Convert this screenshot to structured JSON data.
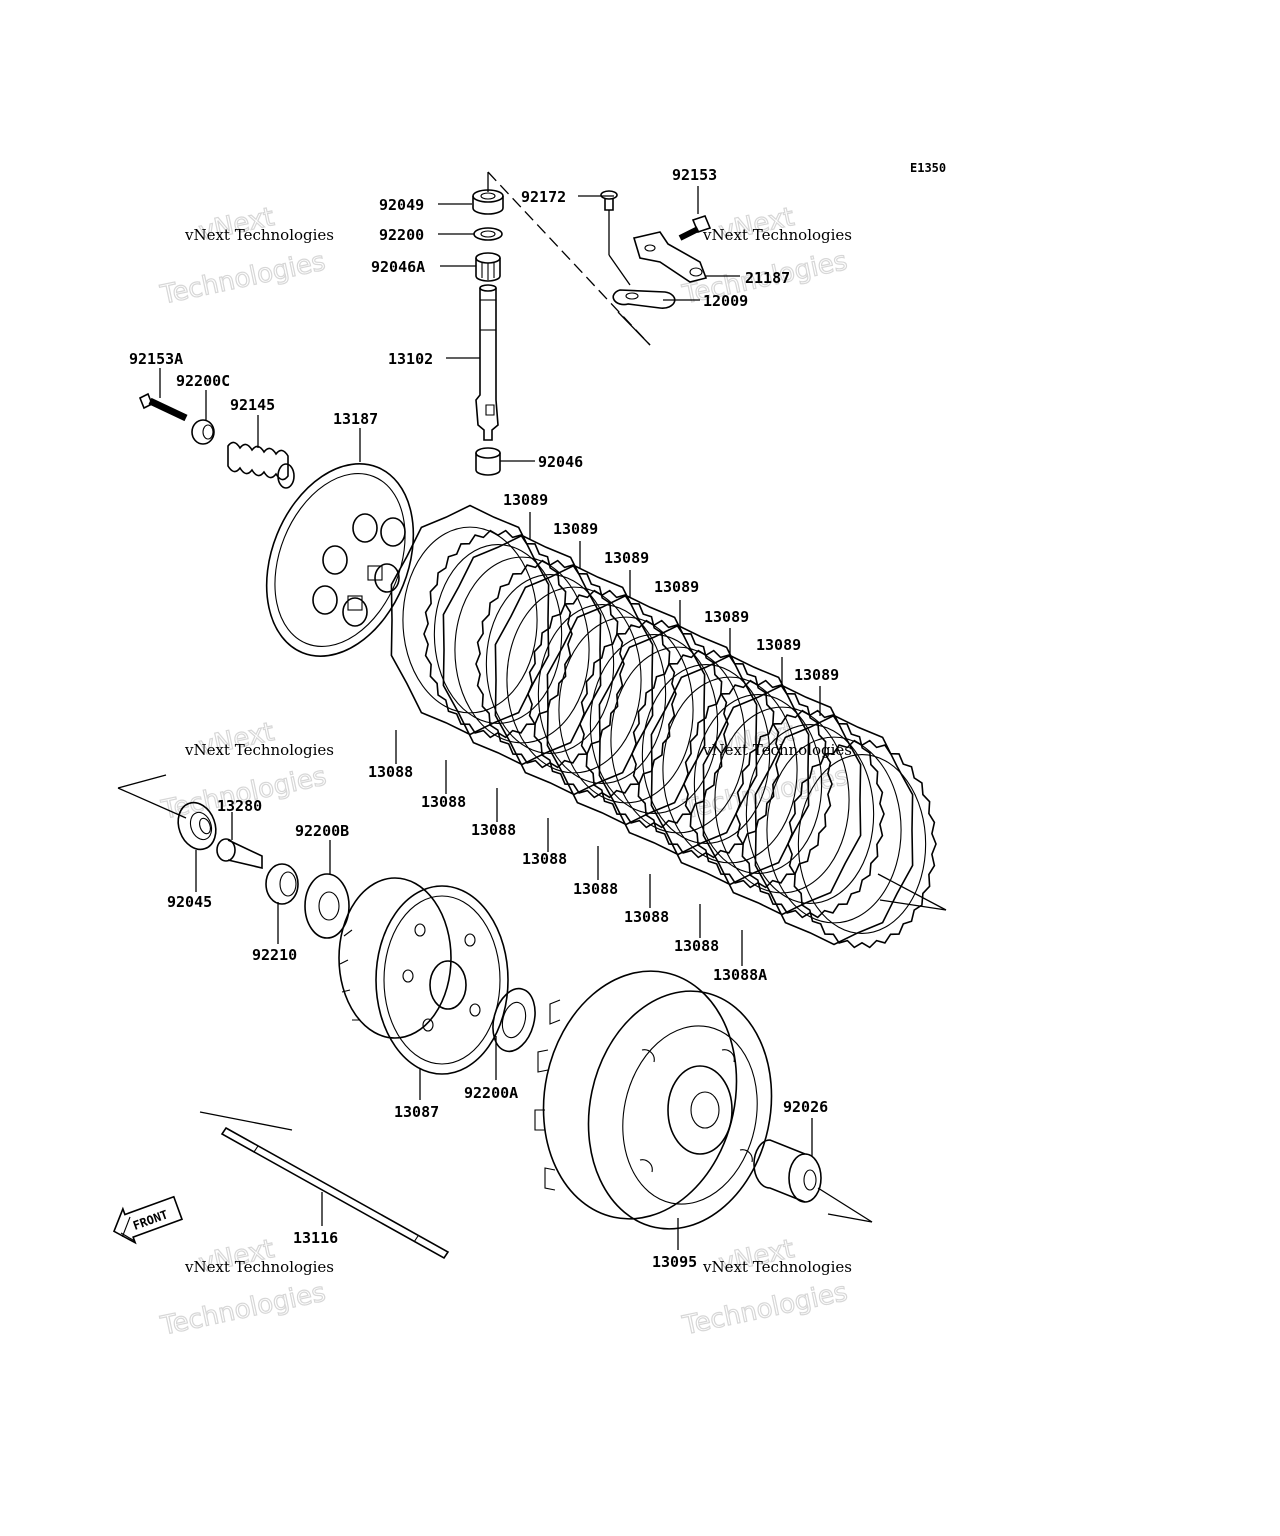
{
  "diagram_code": "E1350",
  "parts": [
    {
      "id": "p92049",
      "number": "92049"
    },
    {
      "id": "p92200",
      "number": "92200"
    },
    {
      "id": "p92046A",
      "number": "92046A"
    },
    {
      "id": "p13102",
      "number": "13102"
    },
    {
      "id": "p92046",
      "number": "92046"
    },
    {
      "id": "p92172",
      "number": "92172"
    },
    {
      "id": "p92153",
      "number": "92153"
    },
    {
      "id": "p21187",
      "number": "21187"
    },
    {
      "id": "p12009",
      "number": "12009"
    },
    {
      "id": "p92153A",
      "number": "92153A"
    },
    {
      "id": "p92200C",
      "number": "92200C"
    },
    {
      "id": "p92145",
      "number": "92145"
    },
    {
      "id": "p13187",
      "number": "13187"
    },
    {
      "id": "p13089a",
      "number": "13089"
    },
    {
      "id": "p13089b",
      "number": "13089"
    },
    {
      "id": "p13089c",
      "number": "13089"
    },
    {
      "id": "p13089d",
      "number": "13089"
    },
    {
      "id": "p13089e",
      "number": "13089"
    },
    {
      "id": "p13089f",
      "number": "13089"
    },
    {
      "id": "p13089g",
      "number": "13089"
    },
    {
      "id": "p13088a",
      "number": "13088"
    },
    {
      "id": "p13088b",
      "number": "13088"
    },
    {
      "id": "p13088c",
      "number": "13088"
    },
    {
      "id": "p13088d",
      "number": "13088"
    },
    {
      "id": "p13088e",
      "number": "13088"
    },
    {
      "id": "p13088f",
      "number": "13088"
    },
    {
      "id": "p13088g",
      "number": "13088"
    },
    {
      "id": "p13088A",
      "number": "13088A"
    },
    {
      "id": "p13280",
      "number": "13280"
    },
    {
      "id": "p92045",
      "number": "92045"
    },
    {
      "id": "p92200B",
      "number": "92200B"
    },
    {
      "id": "p92210",
      "number": "92210"
    },
    {
      "id": "p13087",
      "number": "13087"
    },
    {
      "id": "p92200A",
      "number": "92200A"
    },
    {
      "id": "p92026",
      "number": "92026"
    },
    {
      "id": "p13095",
      "number": "13095"
    },
    {
      "id": "p13116",
      "number": "13116"
    }
  ],
  "front_marker": "FRONT",
  "watermark": {
    "line1": "vNext Technologies",
    "line2": "vNext",
    "line3": "Technologies"
  }
}
